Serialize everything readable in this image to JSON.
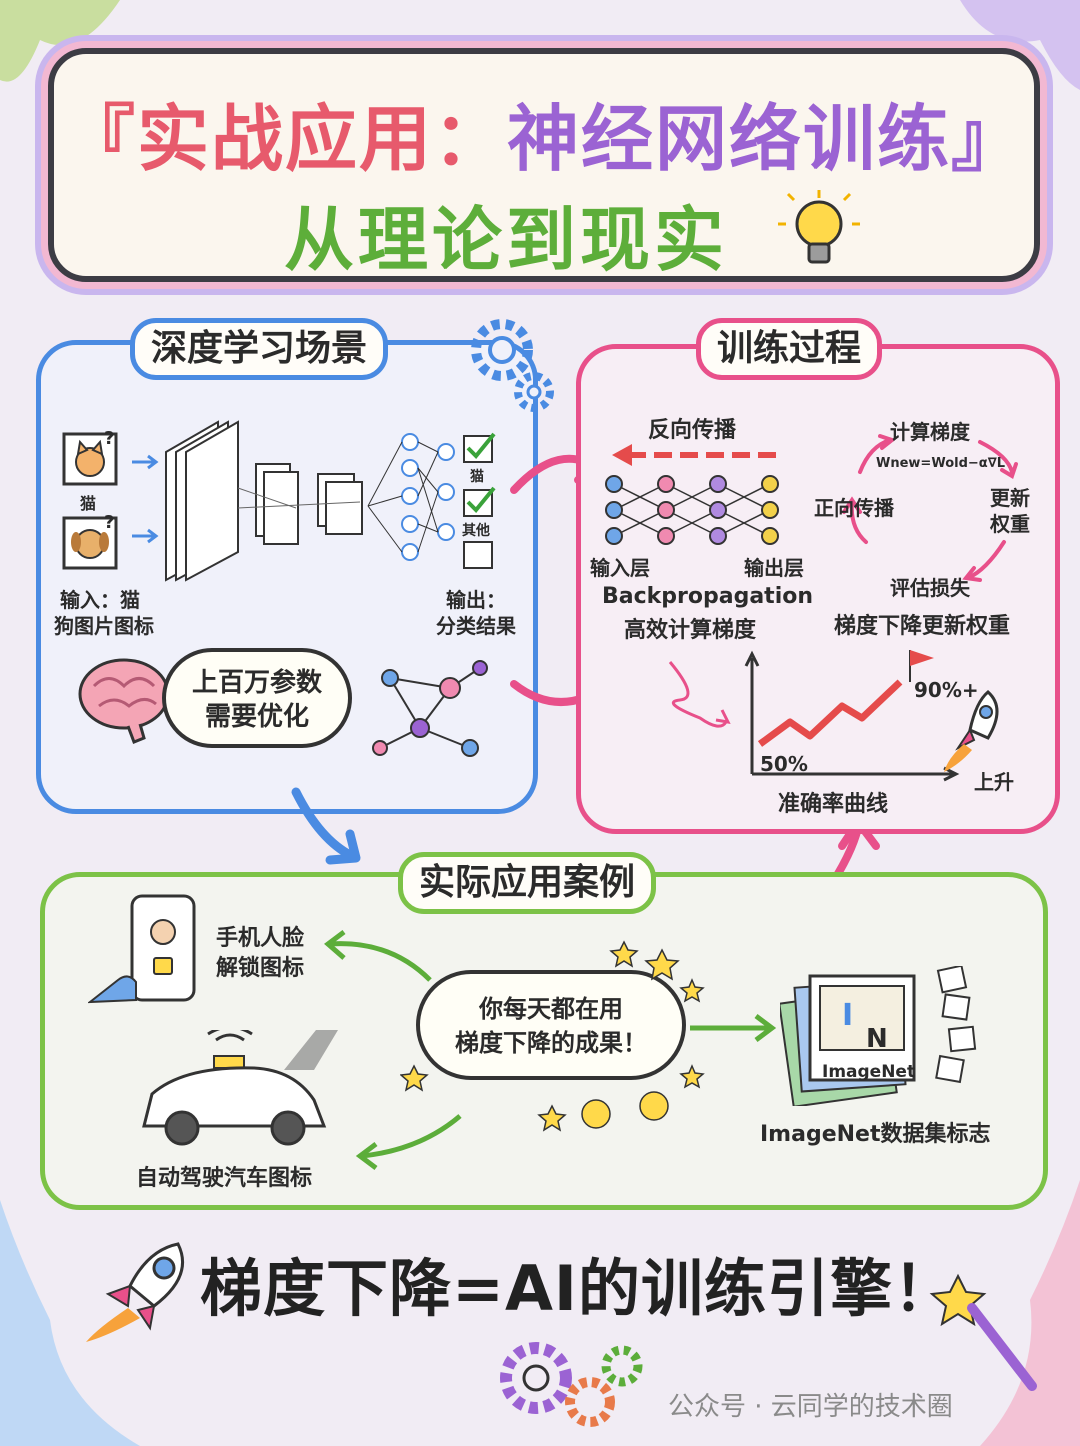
{
  "title": {
    "line1_part1": "『实战应用：",
    "line1_part2": "神经网络训练』",
    "line2": "从理论到现实"
  },
  "deep_learning": {
    "label": "深度学习场景",
    "cat_label": "猫",
    "input_caption_1": "输入：猫",
    "input_caption_2": "狗图片图标",
    "output_cat": "猫",
    "output_other": "其他",
    "output_caption_1": "输出：",
    "output_caption_2": "分类结果",
    "cloud_line1": "上百万参数",
    "cloud_line2": "需要优化"
  },
  "training": {
    "label": "训练过程",
    "backprop_title": "反向传播",
    "input_layer": "输入层",
    "output_layer": "输出层",
    "backprop_en": "Backpropagation",
    "backprop_desc": "高效计算梯度",
    "cycle_top": "计算梯度",
    "formula": "Wnew=Wold−α∇L",
    "cycle_left": "正向传播",
    "cycle_right_1": "更新",
    "cycle_right_2": "权重",
    "cycle_bottom": "评估损失",
    "cycle_caption": "梯度下降更新权重",
    "chart_start": "50%",
    "chart_end": "90%+",
    "chart_rise": "上升",
    "chart_title": "准确率曲线"
  },
  "cases": {
    "label": "实际应用案例",
    "face_1": "手机人脸",
    "face_2": "解锁图标",
    "bubble_1": "你每天都在用",
    "bubble_2": "梯度下降的成果！",
    "imagenet_logo": "ImageNet",
    "imagenet_caption": "ImageNet数据集标志",
    "car_caption": "自动驾驶汽车图标"
  },
  "footer": {
    "slogan": "梯度下降=AI的训练引擎！",
    "watermark": "公众号 · 云同学的技术圈"
  },
  "colors": {
    "blue": "#4a8be2",
    "pink": "#e8508a",
    "green": "#7cc247",
    "purple": "#9b63d3",
    "red": "#e75a6c"
  }
}
